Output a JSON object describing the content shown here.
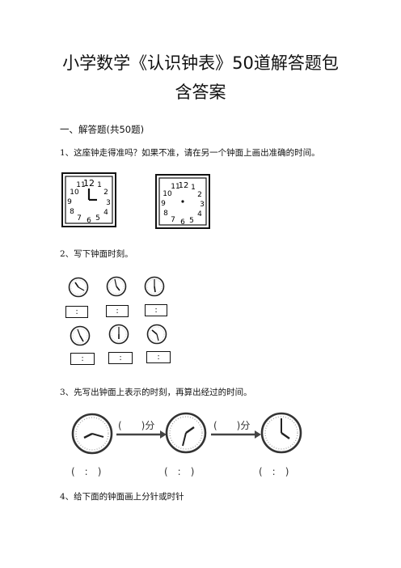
{
  "title": {
    "line1": "小学数学《认识钟表》50道解答题包",
    "line2": "含答案"
  },
  "section_heading": "一、解答题(共50题)",
  "q1": {
    "text": "1、这座钟走得准吗？如果不准，请在另一个钟面上画出准确的时间。",
    "clock_numbers": [
      "11",
      "12",
      "1",
      "2",
      "3",
      "4",
      "5",
      "6",
      "7",
      "8",
      "9",
      "10"
    ]
  },
  "q2": {
    "text": "2、写下钟面时刻。",
    "box_text": ":"
  },
  "q3": {
    "text": "3、先写出钟面上表示的时刻，再算出经过的时间。",
    "minutes_label_top": "(　　)分",
    "minutes_label_2": "(　　)分",
    "answer_paren": "(　:　)"
  },
  "q4": {
    "text": "4、给下面的钟面画上分针或时针"
  }
}
